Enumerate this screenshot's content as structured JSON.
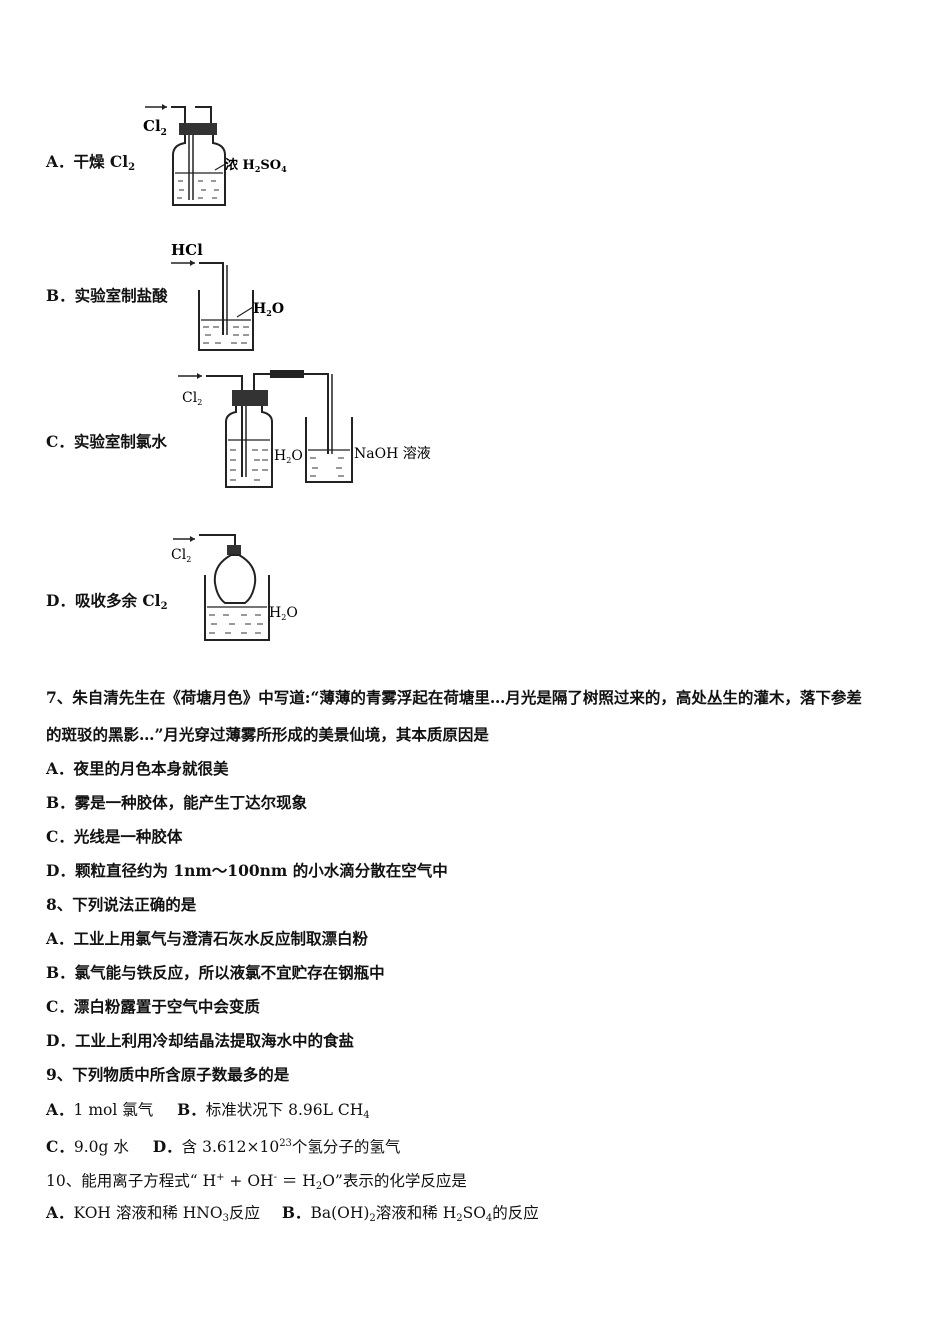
{
  "q6_options": [
    {
      "label": "A．",
      "text": "干燥 Cl",
      "sub": "2"
    },
    {
      "label": "B．",
      "text": "实验室制盐酸"
    },
    {
      "label": "C．",
      "text": "实验室制氯水"
    },
    {
      "label": "D．",
      "text": "吸收多余 Cl",
      "sub": "2"
    }
  ],
  "figures": {
    "a": {
      "gas": "Cl",
      "gas_sub": "2",
      "reagent_prefix": "浓 H",
      "reagent_sub1": "2",
      "reagent_mid": "SO",
      "reagent_sub2": "4"
    },
    "b": {
      "gas": "HCl",
      "liquid_main": "H",
      "liquid_sub": "2",
      "liquid_end": "O"
    },
    "c": {
      "gas": "Cl",
      "gas_sub": "2",
      "liquid1_main": "H",
      "liquid1_sub": "2",
      "liquid1_end": "O",
      "liquid2": "NaOH 溶液"
    },
    "d": {
      "gas": "Cl",
      "gas_sub": "2",
      "liquid_main": "H",
      "liquid_sub": "2",
      "liquid_end": "O"
    }
  },
  "q7": {
    "line1": "7、朱自清先生在《荷塘月色》中写道:“薄薄的青雾浮起在荷塘里…月光是隔了树照过来的，高处丛生的灌木，落下参差",
    "line2": "的斑驳的黑影…”月光穿过薄雾所形成的美景仙境，其本质原因是",
    "options": [
      {
        "label": "A．",
        "text": "夜里的月色本身就很美"
      },
      {
        "label": "B．",
        "text": "雾是一种胶体，能产生丁达尔现象"
      },
      {
        "label": "C．",
        "text": "光线是一种胶体"
      },
      {
        "label": "D．",
        "text": "颗粒直径约为 1nm～100nm 的小水滴分散在空气中"
      }
    ]
  },
  "q8": {
    "stem": "8、下列说法正确的是",
    "options": [
      {
        "label": "A．",
        "text": "工业上用氯气与澄清石灰水反应制取漂白粉"
      },
      {
        "label": "B．",
        "text": "氯气能与铁反应，所以液氯不宜贮存在钢瓶中"
      },
      {
        "label": "C．",
        "text": "漂白粉露置于空气中会变质"
      },
      {
        "label": "D．",
        "text": "工业上利用冷却结晶法提取海水中的食盐"
      }
    ]
  },
  "q9": {
    "stem": "9、下列物质中所含原子数最多的是",
    "a_label": "A．",
    "a_text": "1 mol 氯气",
    "b_label": "B．",
    "b_text": "标准状况下 8.96L CH",
    "b_sub": "4",
    "c_label": "C．",
    "c_text": "9.0g 水",
    "d_label": "D．",
    "d_text_pre": "含 3.612×10",
    "d_sup": "23",
    "d_text_post": "个氢分子的氢气"
  },
  "q10": {
    "stem_pre": "10、能用离子方程式“ H",
    "stem_sup1": "+",
    "stem_mid": " + OH",
    "stem_sup2": "-",
    "stem_eq": " ＝ H",
    "stem_sub": "2",
    "stem_post": "O”表示的化学反应是",
    "a_label": "A．",
    "a_text_pre": "KOH 溶液和稀 HNO",
    "a_sub": "3",
    "a_text_post": "反应",
    "b_label": "B．",
    "b_text_pre": "Ba(OH)",
    "b_sub1": "2",
    "b_text_mid": "溶液和稀 H",
    "b_sub2": "2",
    "b_text_mid2": "SO",
    "b_sub3": "4",
    "b_text_post": "的反应"
  }
}
